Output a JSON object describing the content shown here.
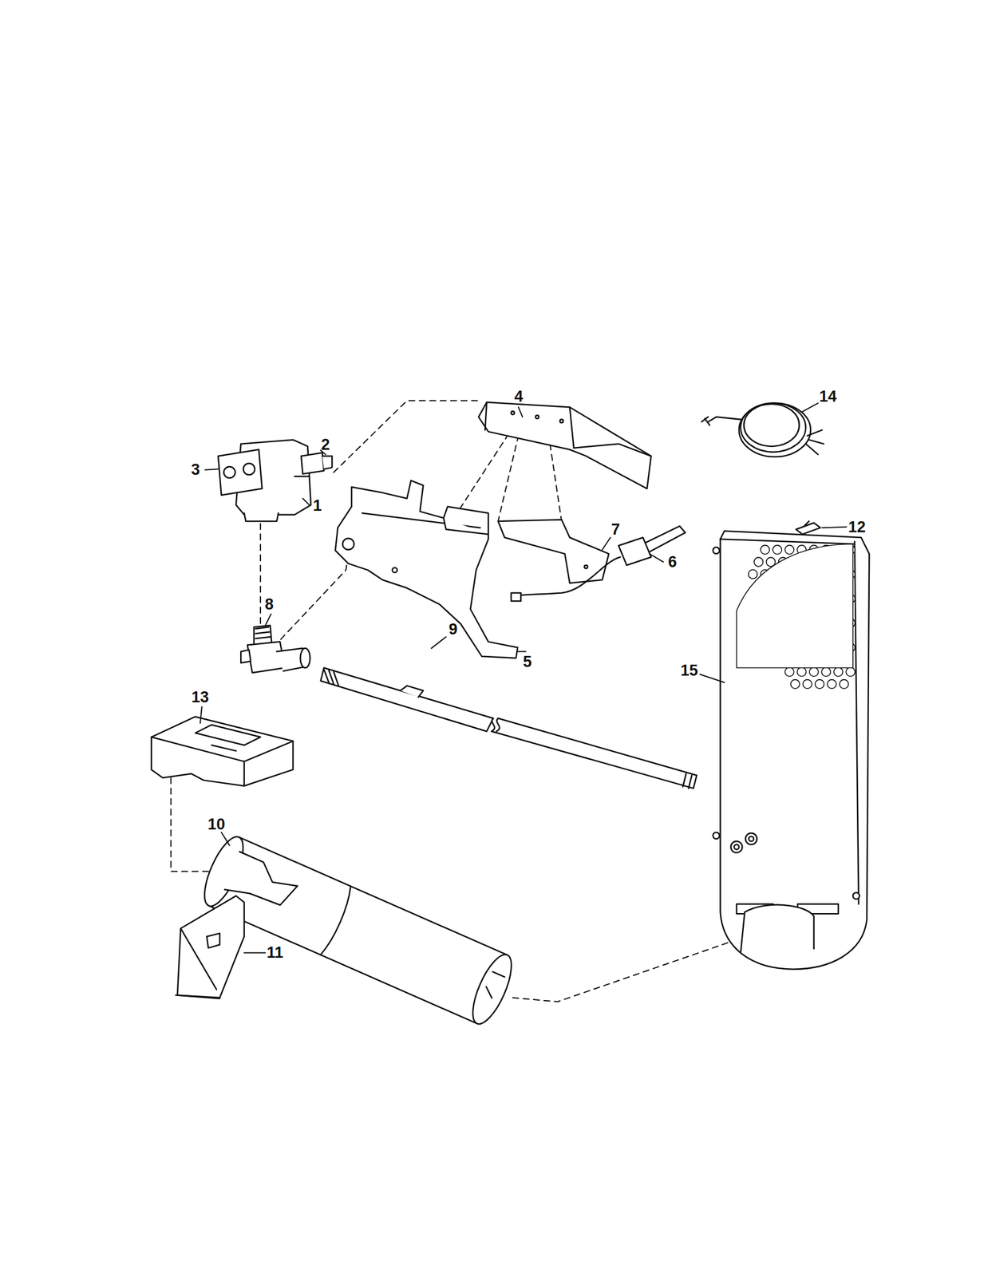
{
  "diagram": {
    "labels": [
      "4",
      "14",
      "2",
      "3",
      "1",
      "12",
      "7",
      "6",
      "8",
      "9",
      "5",
      "15",
      "13",
      "10",
      "11"
    ]
  }
}
